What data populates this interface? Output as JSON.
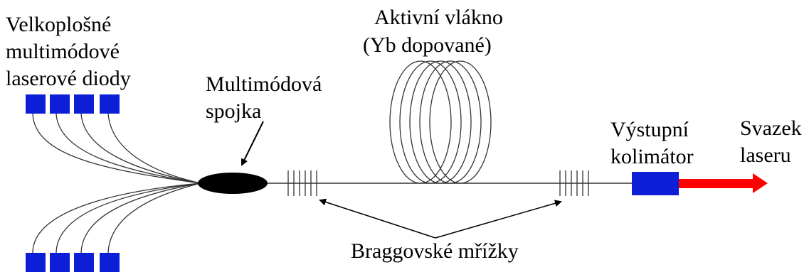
{
  "labels": {
    "diodes": [
      "Velkoplošné",
      "multimódové",
      "laserové diody"
    ],
    "coupler": [
      "Multimódová",
      "spojka"
    ],
    "fiber": [
      "Aktivní vlákno",
      "(Yb dopované)"
    ],
    "collimator": [
      "Výstupní",
      "kolimátor"
    ],
    "beam": [
      "Svazek",
      "laseru"
    ],
    "gratings": "Braggovské mřížky"
  },
  "colors": {
    "diode": "#0d1fd6",
    "collimator": "#0d1fd6",
    "beam": "#ff0000",
    "line": "#333333",
    "coupler": "#000000"
  }
}
